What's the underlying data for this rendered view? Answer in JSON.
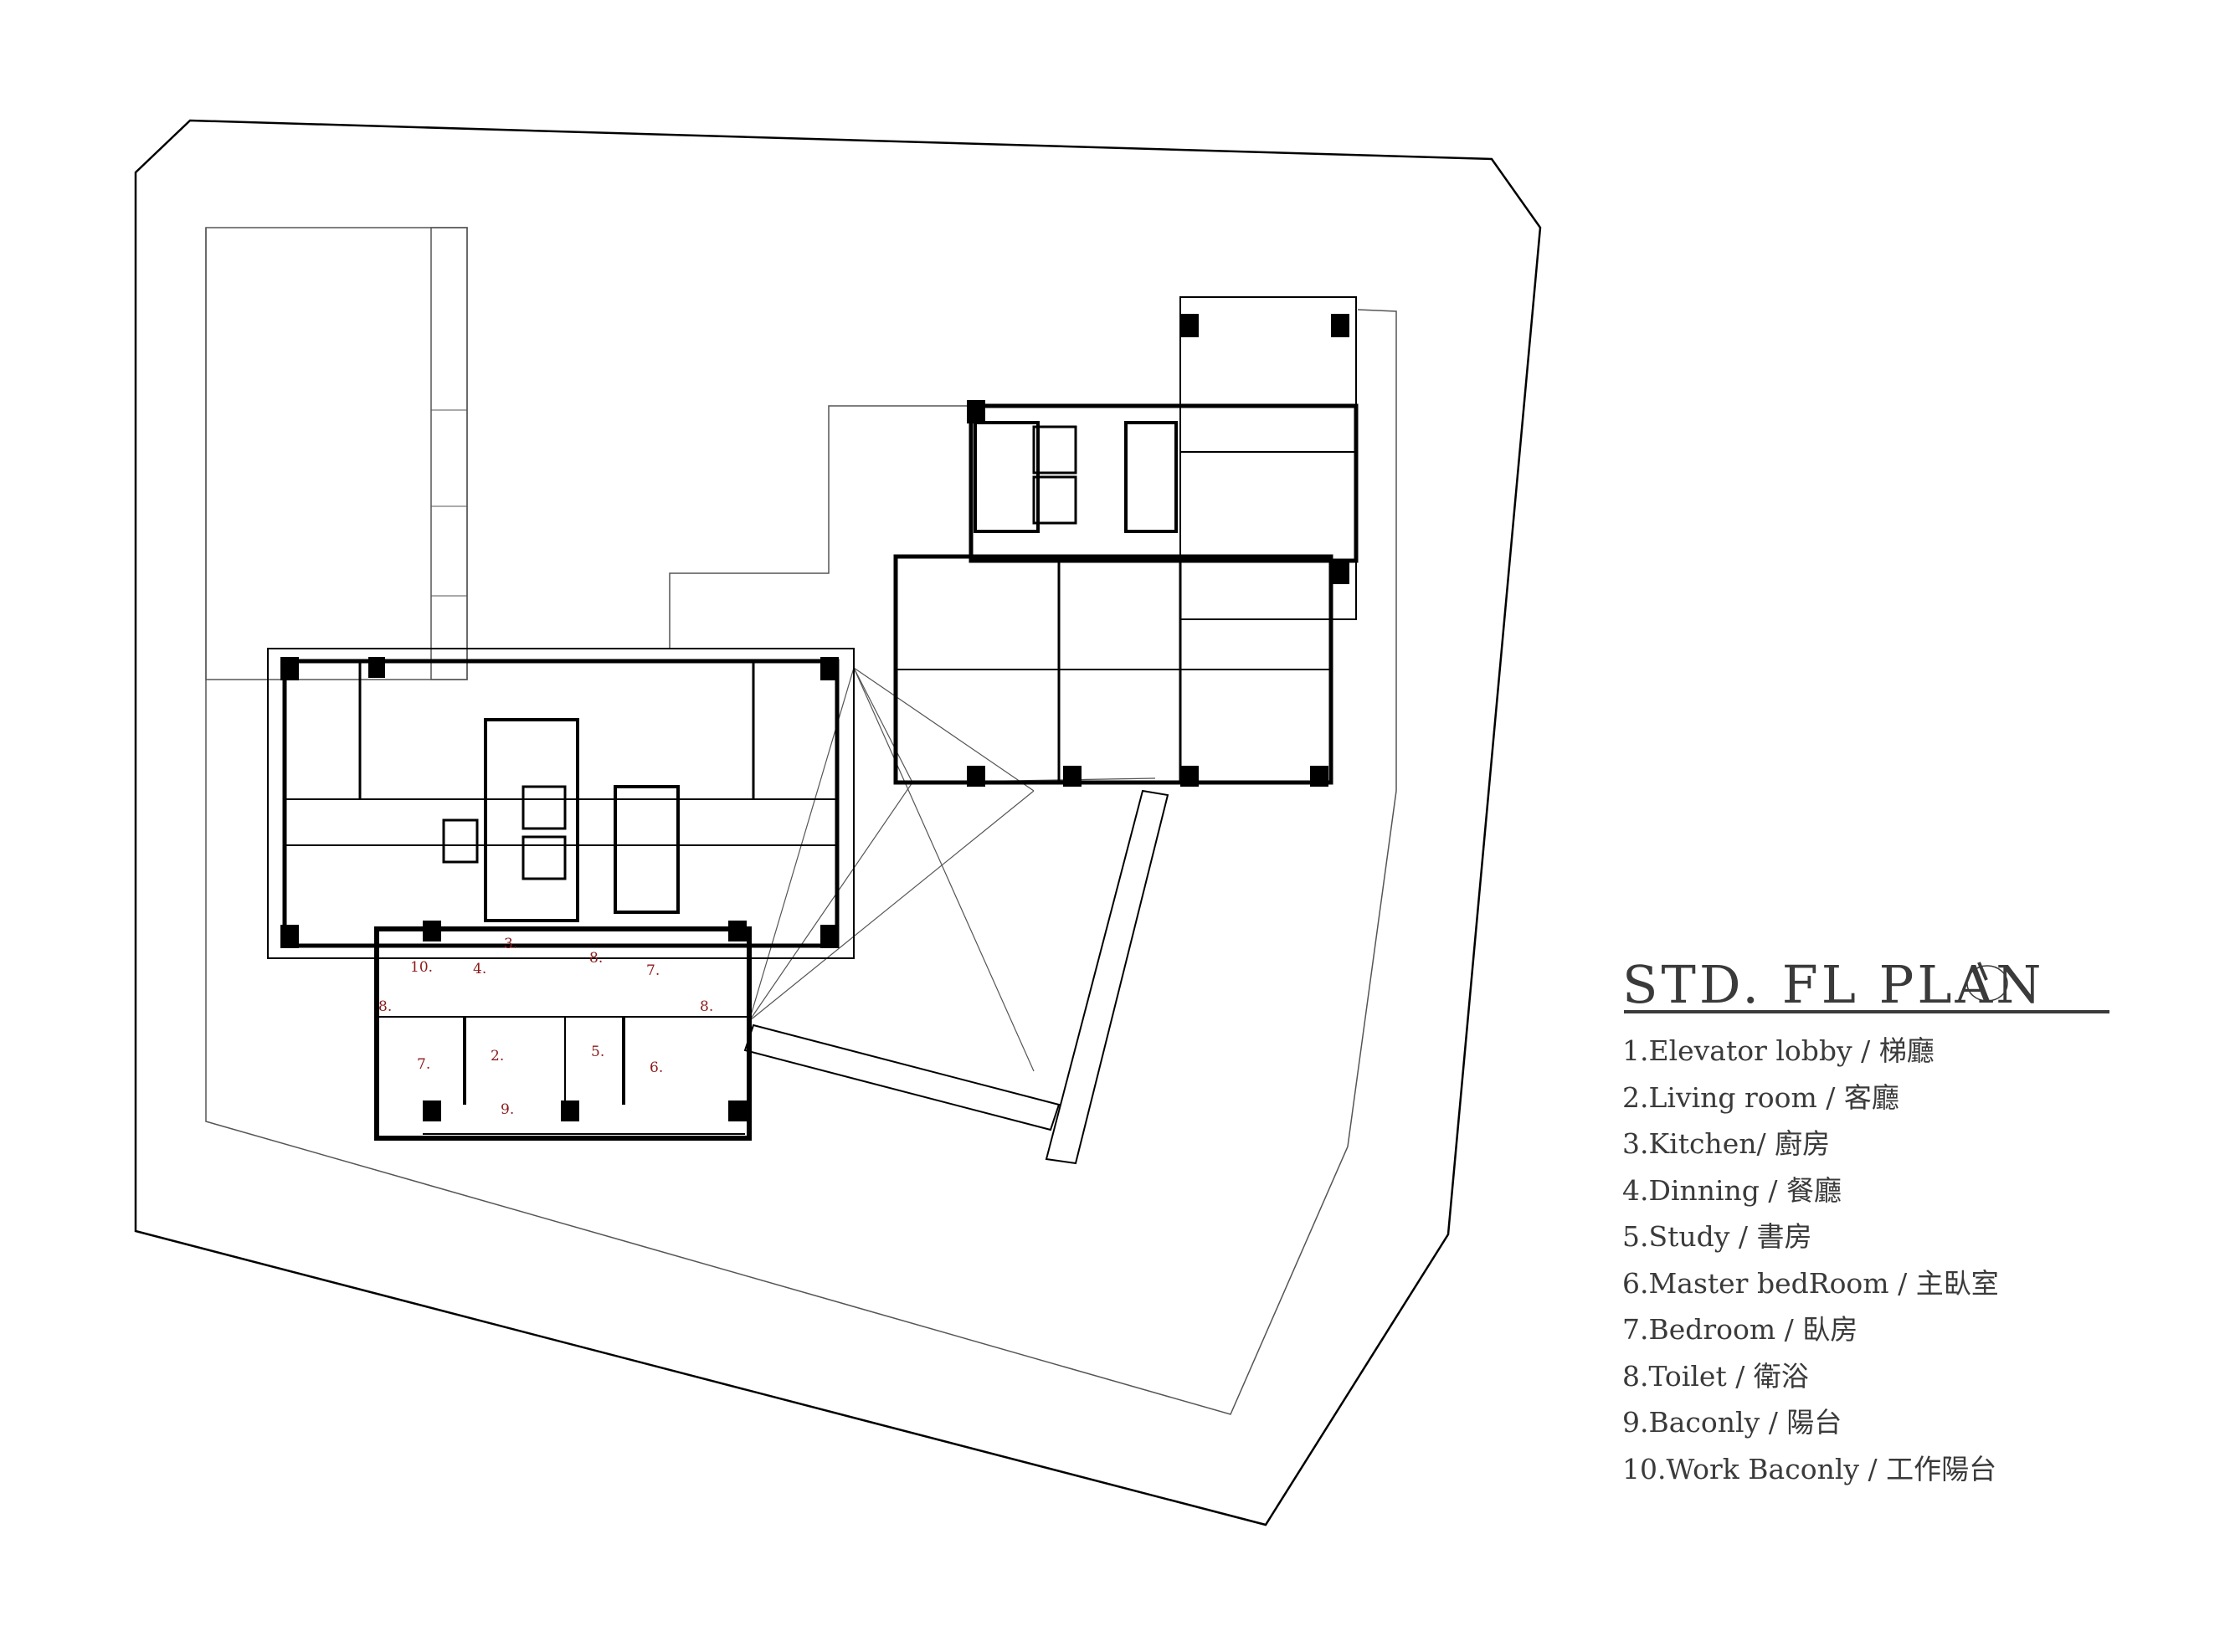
{
  "title": "STD. FL PLAN",
  "north_arrow": "north-arrow-icon",
  "legend": [
    "1.Elevator lobby / 梯廳",
    "2.Living room / 客廳",
    "3.Kitchen/ 廚房",
    "4.Dinning / 餐廳",
    "5.Study / 書房",
    "6.Master bedRoom / 主臥室",
    "7.Bedroom / 臥房",
    "8.Toilet / 衛浴",
    "9.Baconly / 陽台",
    "10.Work Baconly / 工作陽台"
  ],
  "room_labels": [
    "3.",
    "4.",
    "10.",
    "8.",
    "2.",
    "5.",
    "6.",
    "7.",
    "9.",
    "8.",
    "7.",
    "8."
  ],
  "colors": {
    "ink": "#000000",
    "text": "#3a3a3a",
    "room_label": "#8b1a1a"
  }
}
